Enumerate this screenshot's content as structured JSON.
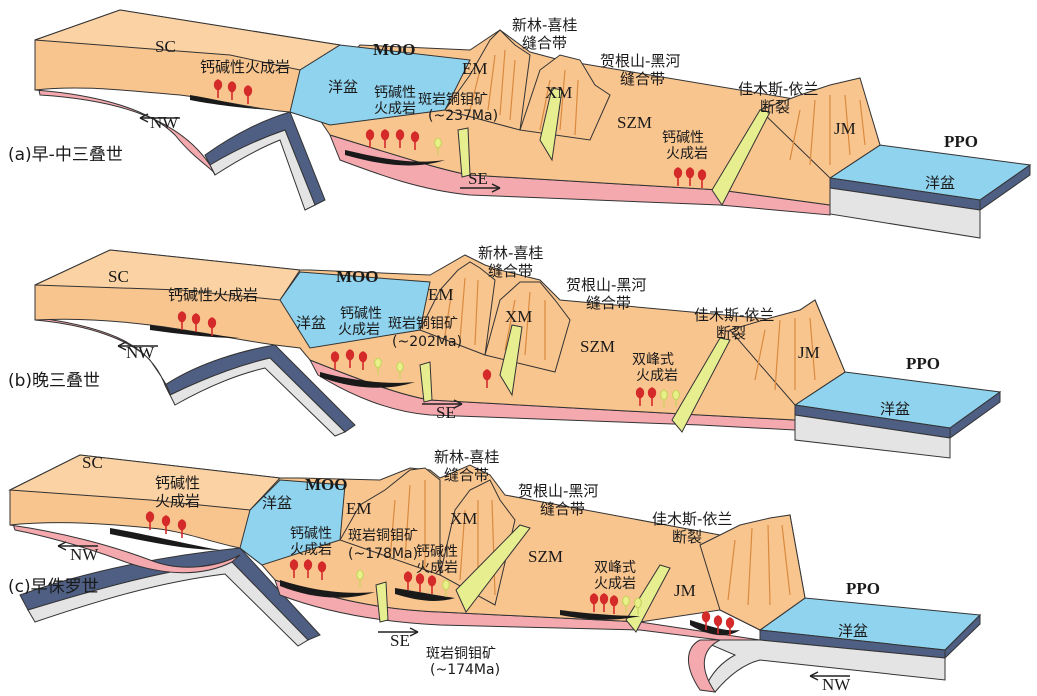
{
  "colors": {
    "crust": "#f9c58f",
    "crust_top": "#fbd2a3",
    "mantle": "#f4a9ae",
    "ocean": "#8fd3ee",
    "slab": "#4f5f84",
    "slab_light": "#e4e4e4",
    "suture": "#e6ee8f",
    "magma": "#d42a2a",
    "magma_yellow": "#e8f08a",
    "black_body": "#1a1a1a",
    "mountain_line": "#d98a3f"
  },
  "panels": [
    {
      "id": "a",
      "caption": "(a)早-中三叠世",
      "labels": {
        "sc": "SC",
        "moo": "MOO",
        "ocean_basin_left": "洋盆",
        "calc_alk_left": "钙碱性火成岩",
        "calc_alk_mid_1": "钙碱性",
        "calc_alk_mid_2": "火成岩",
        "porphyry_1": "斑岩铜钼矿",
        "porphyry_2": "(~237Ma)",
        "em": "EM",
        "xm": "XM",
        "szm": "SZM",
        "jm": "JM",
        "ppo": "PPO",
        "ocean_basin_right": "洋盆",
        "xinlin_1": "新林-喜桂",
        "xinlin_2": "缝合带",
        "hegen_1": "贺根山-黑河",
        "hegen_2": "缝合带",
        "jiamusi_1": "佳木斯-依兰",
        "jiamusi_2": "断裂",
        "calc_alk_right_1": "钙碱性",
        "calc_alk_right_2": "火成岩",
        "nw": "NW",
        "se": "SE"
      }
    },
    {
      "id": "b",
      "caption": "(b)晚三叠世",
      "labels": {
        "sc": "SC",
        "moo": "MOO",
        "ocean_basin_left": "洋盆",
        "calc_alk_left": "钙碱性火成岩",
        "calc_alk_mid_1": "钙碱性",
        "calc_alk_mid_2": "火成岩",
        "porphyry_1": "斑岩铜钼矿",
        "porphyry_2": "(~202Ma)",
        "em": "EM",
        "xm": "XM",
        "szm": "SZM",
        "jm": "JM",
        "ppo": "PPO",
        "ocean_basin_right": "洋盆",
        "xinlin_1": "新林-喜桂",
        "xinlin_2": "缝合带",
        "hegen_1": "贺根山-黑河",
        "hegen_2": "缝合带",
        "jiamusi_1": "佳木斯-依兰",
        "jiamusi_2": "断裂",
        "bimodal_1": "双峰式",
        "bimodal_2": "火成岩",
        "nw": "NW",
        "se": "SE"
      }
    },
    {
      "id": "c",
      "caption": "(c)早侏罗世",
      "labels": {
        "sc": "SC",
        "moo": "MOO",
        "ocean_basin_left": "洋盆",
        "calc_alk_left_1": "钙碱性",
        "calc_alk_left_2": "火成岩",
        "calc_alk_mid_1": "钙碱性",
        "calc_alk_mid_2": "火成岩",
        "porphyry_1": "斑岩铜钼矿",
        "porphyry_2": "(~178Ma)",
        "calc_alk_mid2_1": "钙碱性",
        "calc_alk_mid2_2": "火成岩",
        "porphyry_b_1": "斑岩铜钼矿",
        "porphyry_b_2": "(~174Ma)",
        "em": "EM",
        "xm": "XM",
        "szm": "SZM",
        "jm": "JM",
        "ppo": "PPO",
        "ocean_basin_right": "洋盆",
        "xinlin_1": "新林-喜桂",
        "xinlin_2": "缝合带",
        "hegen_1": "贺根山-黑河",
        "hegen_2": "缝合带",
        "jiamusi_1": "佳木斯-依兰",
        "jiamusi_2": "断裂",
        "bimodal_1": "双峰式",
        "bimodal_2": "火成岩",
        "nw_left": "NW",
        "nw_right": "NW",
        "se": "SE"
      }
    }
  ]
}
